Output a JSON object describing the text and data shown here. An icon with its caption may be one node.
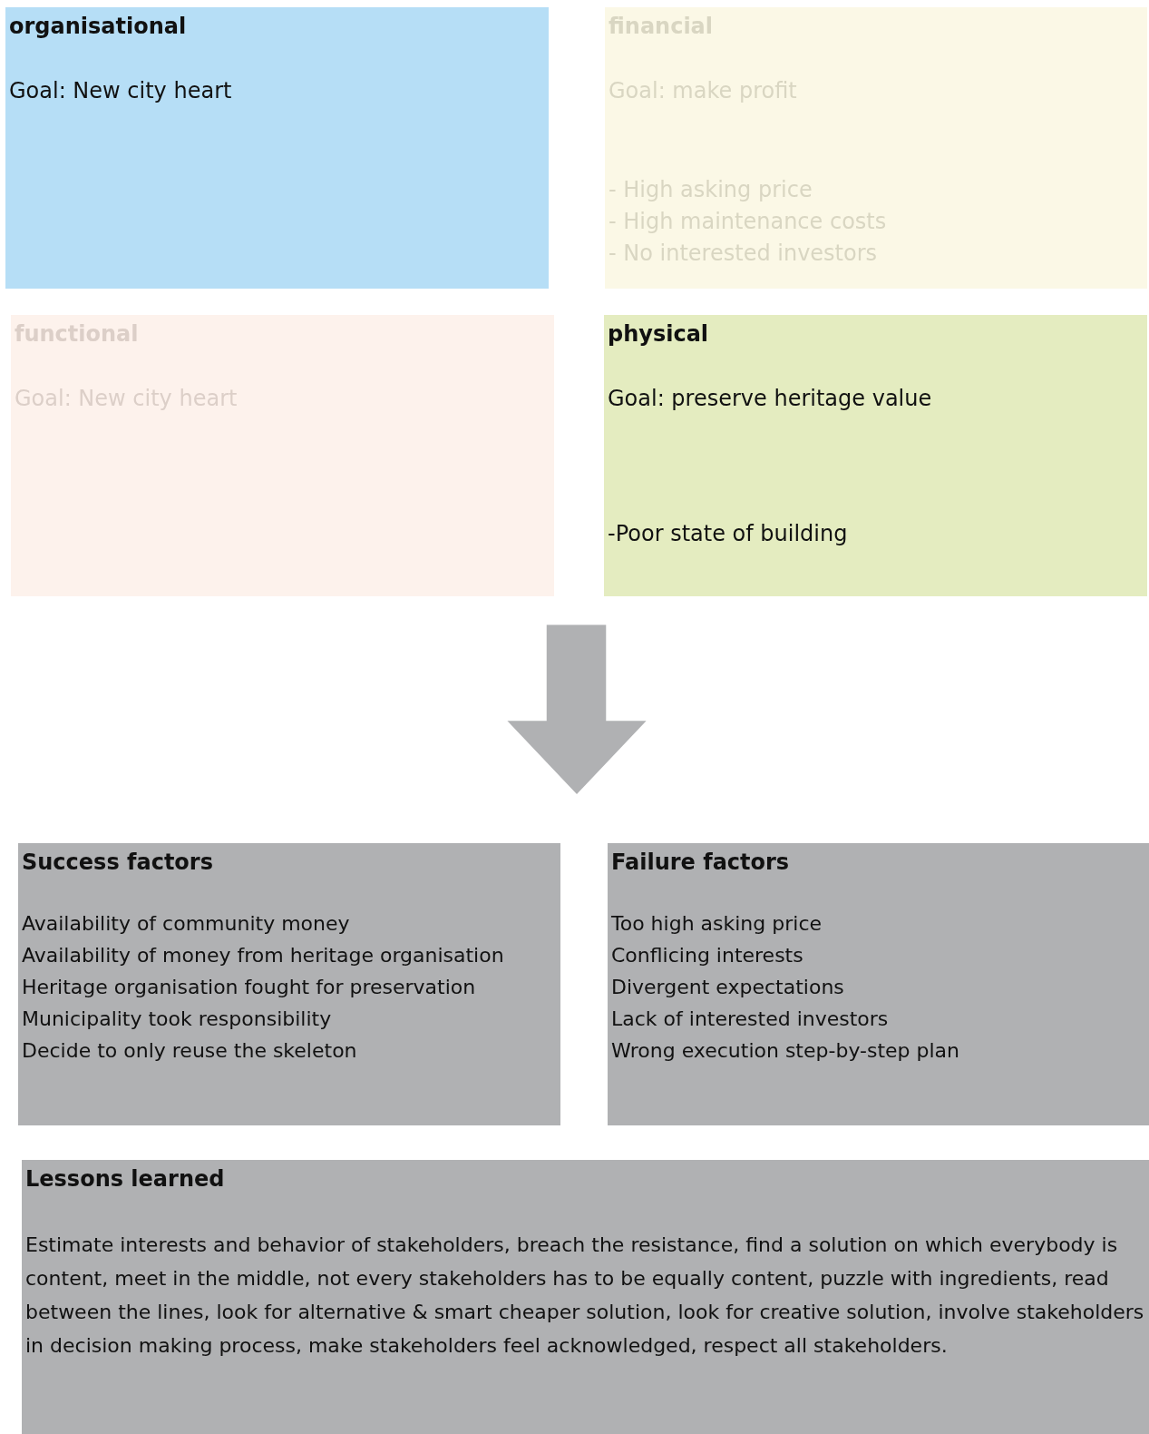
{
  "diagram": {
    "nodes": [
      {
        "text": [
          "organisational",
          "Goal: New city heart"
        ]
      },
      {
        "text": [
          "financial",
          "Goal: make profit",
          "- High asking price",
          "- High maintenance costs",
          "- No interested investors"
        ]
      },
      {
        "text": [
          "functional",
          "Goal: New city heart"
        ]
      },
      {
        "text": [
          "physical",
          "Goal: preserve heritage value",
          "-Poor state of building"
        ]
      },
      {
        "text": [
          "Success factors",
          "Availability of community money",
          "Availability of money from heritage organisation",
          "Heritage organisation fought for preservation",
          "Municipality took responsibility",
          "Decide to only reuse the skeleton"
        ]
      },
      {
        "text": [
          "Failure factors",
          "Too high asking price",
          "Conflicing interests",
          "Divergent expectations",
          "Lack of interested investors",
          "Wrong execution step-by-step plan"
        ]
      },
      {
        "text": [
          "Lessons learned",
          "Estimate interests and behavior of stakeholders, breach the resistance, find a solution on which everybody is content, meet in the middle, not every stakeholders has to be equally content, puzzle with ingredients, read between the lines, look for alternative & smart cheaper solution, look for creative solution, involve stakeholders in decision making process, make stakeholders feel acknowledged, respect all stakeholders."
        ]
      }
    ]
  }
}
